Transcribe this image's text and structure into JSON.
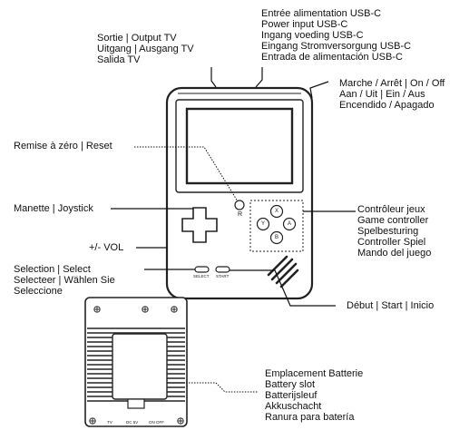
{
  "labels": {
    "tv_output": [
      "Sortie | Output TV",
      "Uitgang | Ausgang TV",
      "Salida TV"
    ],
    "power_input": [
      "Entrée alimentation USB-C",
      "Power input USB-C",
      "Ingang voeding USB-C",
      "Eingang Stromversorgung USB-C",
      "Entrada de alimentación USB-C"
    ],
    "on_off": [
      "Marche / Arrêt | On / Off",
      "Aan / Uit | Ein / Aus",
      "Encendido / Apagado"
    ],
    "reset": "Remise à zéro | Reset",
    "joystick": "Manette | Joystick",
    "game_controller": [
      "Contrôleur jeux",
      "Game controller",
      "Spelbesturing",
      "Controller Spiel",
      "Mando del juego"
    ],
    "volume": "+/- VOL",
    "select": [
      "Selection | Select",
      "Selecteer | Wählen Sie",
      "Seleccione"
    ],
    "start": "Début | Start | Inicio",
    "battery_slot": [
      "Emplacement Batterie",
      "Battery slot",
      "Batterijsleuf",
      "Akkuschacht",
      "Ranura para batería"
    ]
  },
  "device": {
    "reset_letter": "R",
    "button_x": "X",
    "button_y": "Y",
    "button_a": "A",
    "button_b": "B",
    "select_caption": "SELECT",
    "start_caption": "START"
  },
  "back": {
    "port_tv": "TV",
    "port_dc": "DC 5V",
    "port_onoff": "ON OFF"
  },
  "colors": {
    "line": "#111111",
    "stroke": "#222222"
  }
}
